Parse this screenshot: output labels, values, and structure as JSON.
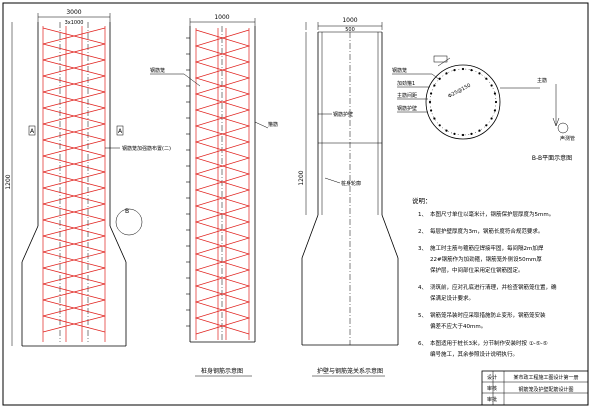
{
  "colors": {
    "rebar": "#e0201c",
    "ink": "#000000",
    "paper": "#ffffff"
  },
  "view1": {
    "top_dim": "3000",
    "top_dim_sub": "3x1000",
    "side_dim": "1200",
    "section_mark_left": "A",
    "section_mark_right": "A",
    "detail_mark": "B",
    "callout": "钢筋笼加强筋布置(二)"
  },
  "view2": {
    "top_dim": "1000",
    "callout_1": "钢筋笼",
    "callout_2": "箍筋",
    "title": "桩身钢筋示意图"
  },
  "view3": {
    "top_dim": "1000",
    "top_dim_sub": "500",
    "side_dim": "1200",
    "callout_1": "钢筋护壁",
    "callout_2": "桩身轮廓",
    "title": "护壁与钢筋笼关系示意图"
  },
  "section_detail": {
    "callout_1": "钢筋笼",
    "callout_2": "加劲箍1",
    "callout_3": "主筋间距",
    "callout_4": "钢筋护壁",
    "inner_label": "Φ25@150",
    "side_note_1": "主筋",
    "side_note_2": "声测管",
    "title": "B-B平面示意图"
  },
  "notes": {
    "heading": "说明：",
    "items": [
      {
        "num": "1、",
        "lines": [
          "本图尺寸单位以毫米计，钢筋保护层厚度为5mm。"
        ]
      },
      {
        "num": "2、",
        "lines": [
          "每层护壁厚度为3m，钢筋长度符合规范要求。"
        ]
      },
      {
        "num": "3、",
        "lines": [
          "施工时主筋与箍筋应焊接牢固，每间隔2m加焊",
          "22#钢筋作为加劲箍，钢筋笼外侧设50mm厚",
          "保护层，中间部位采用定位钢筋固定。"
        ]
      },
      {
        "num": "4、",
        "lines": [
          "浇筑前，应对孔底进行清理，并检查钢筋笼位置，确",
          "保满足设计要求。"
        ]
      },
      {
        "num": "5、",
        "lines": [
          "钢筋笼吊装时应采取措施防止变形，钢筋笼安装",
          "偏差不应大于40mm。"
        ]
      },
      {
        "num": "6、",
        "lines": [
          "本图适用于桩长3米，分节制作安装时按 ①-⑤-⑤",
          "编号施工，其余参照设计说明执行。"
        ]
      }
    ]
  },
  "title_block": {
    "label_design": "设计",
    "label_check": "审核",
    "label_approve": "审批",
    "project": "某市政工程施工图设计第一册",
    "drawing": "钢筋笼及护壁配筋设计图"
  }
}
